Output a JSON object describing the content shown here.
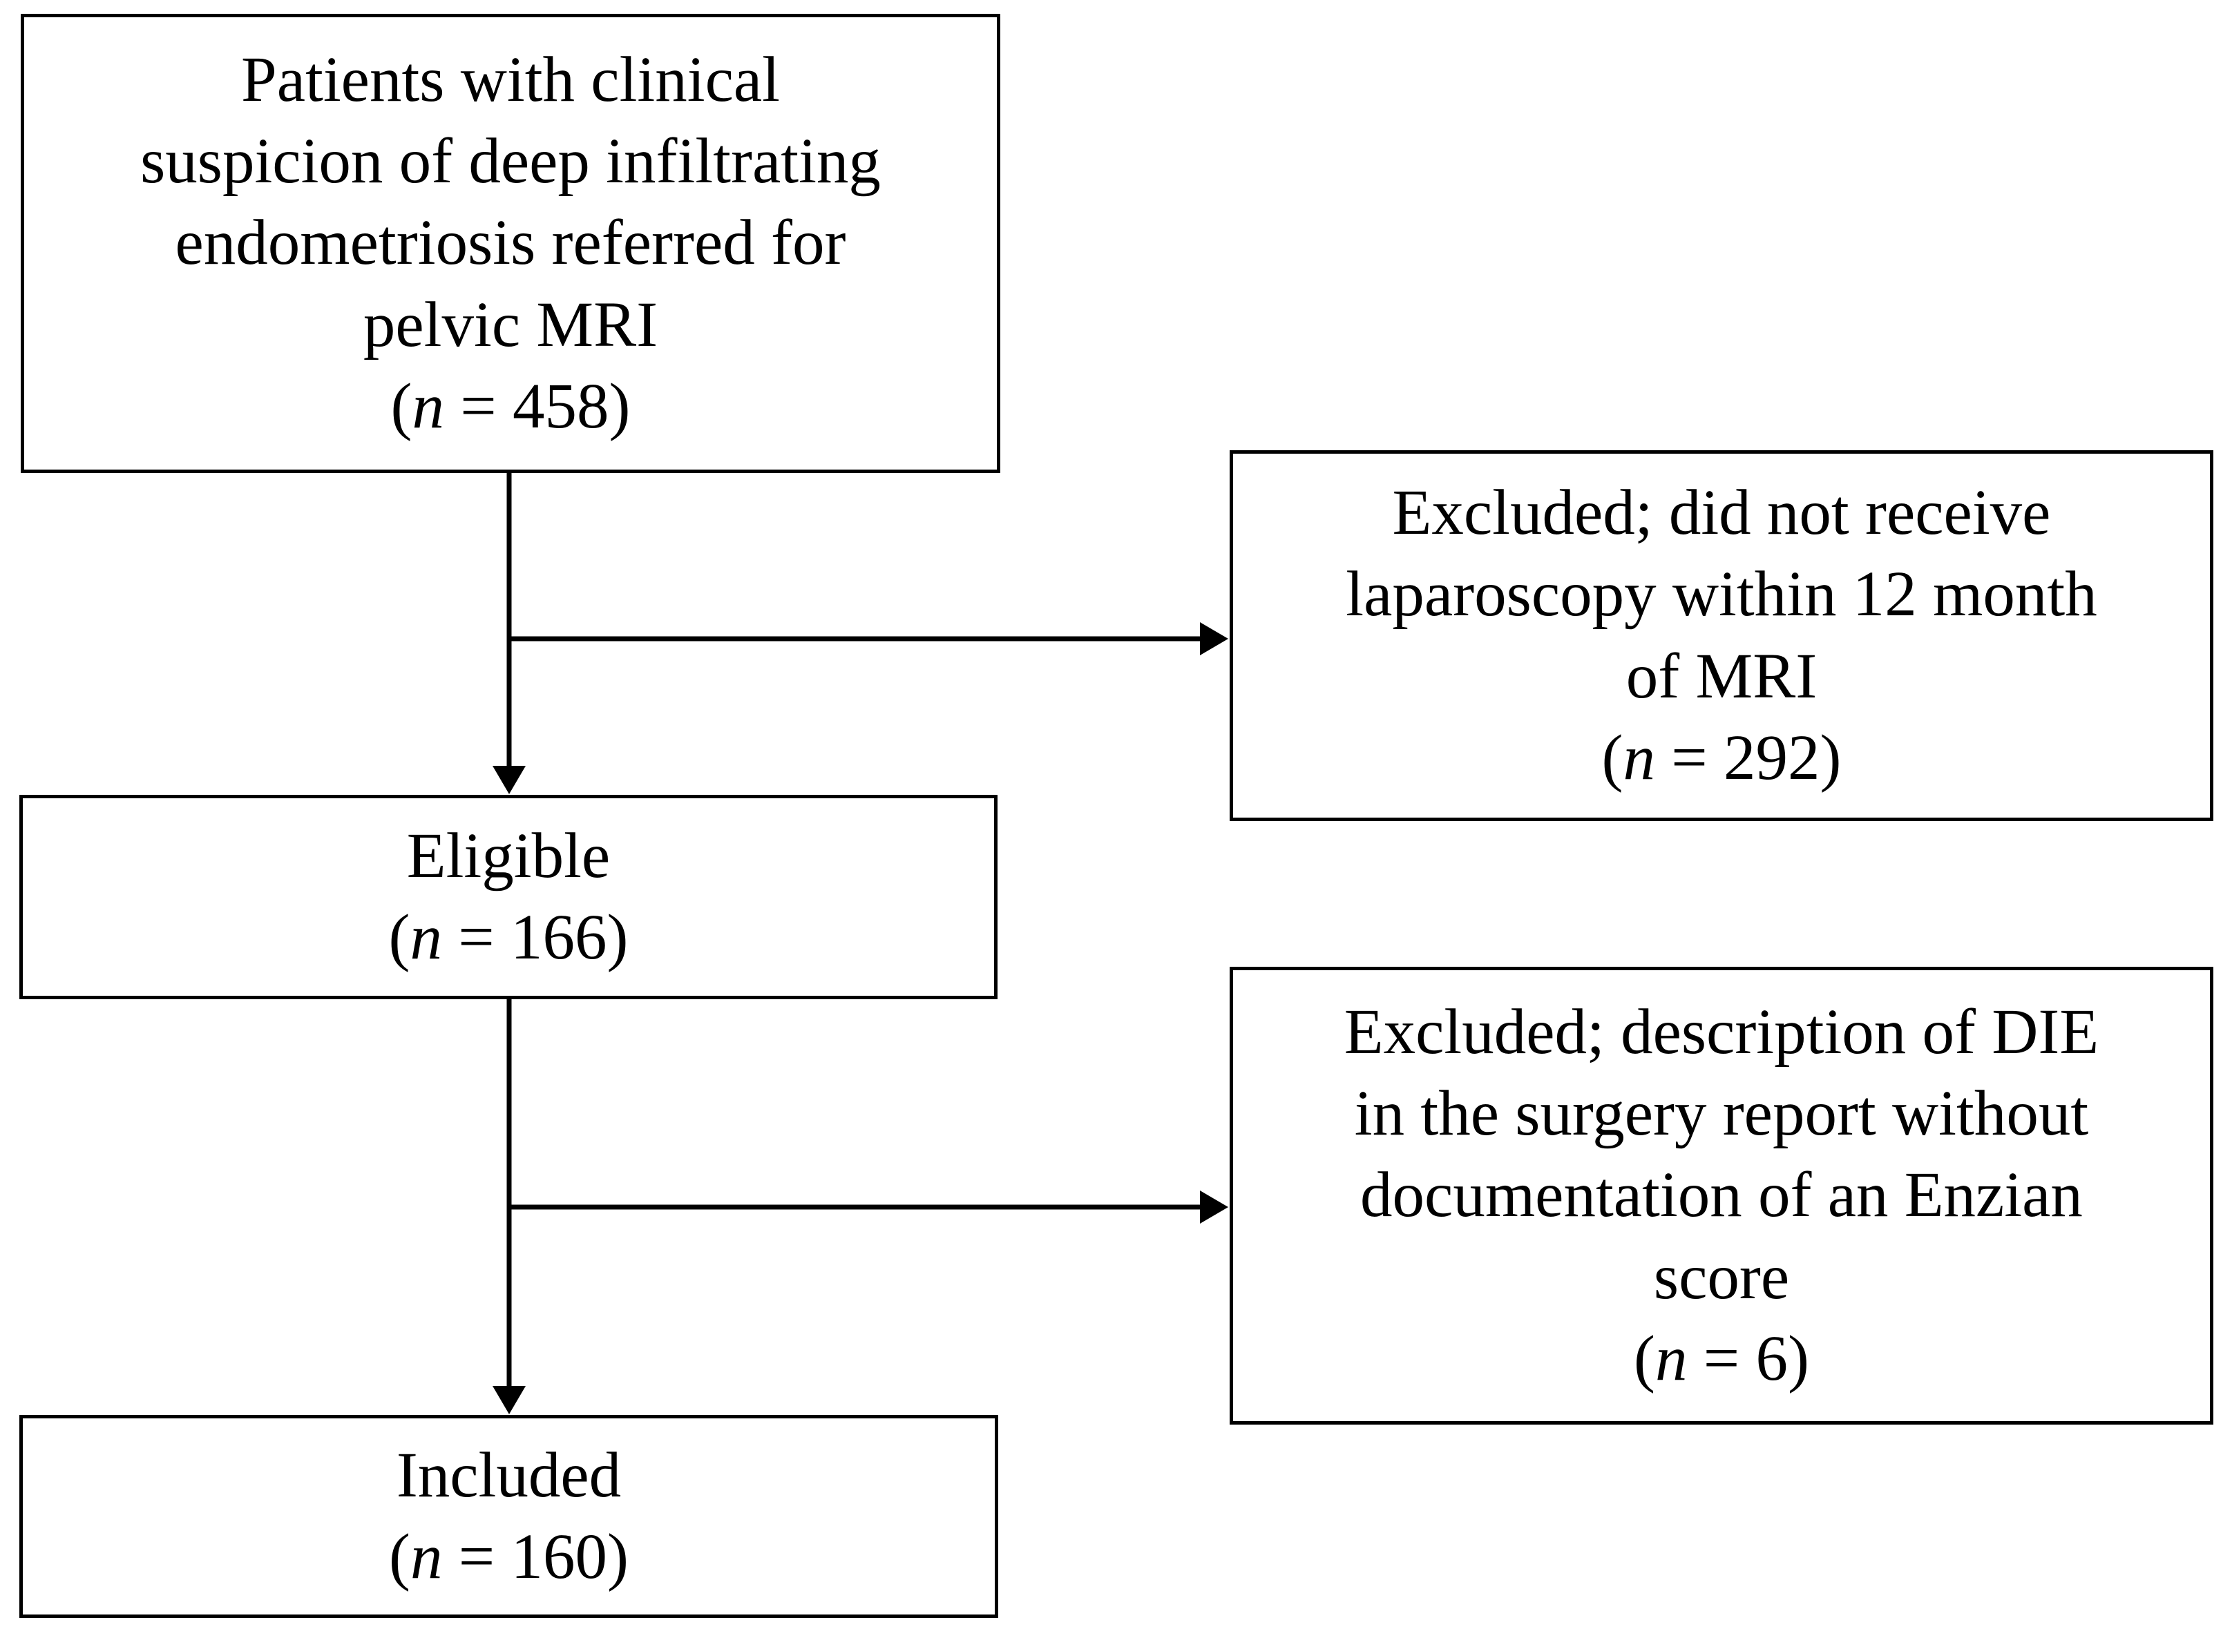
{
  "figure": {
    "background_color": "#ffffff",
    "line_color": "#000000",
    "boxes": [
      {
        "id": "patients-referred",
        "lines": [
          "Patients with clinical",
          "suspicion of deep infiltrating",
          "endometriosis referred for",
          "pelvic MRI"
        ],
        "n_open": "(",
        "n_symbol": "n",
        "n_rest": " = 458)"
      },
      {
        "id": "excluded-no-laparoscopy",
        "lines": [
          "Excluded; did not receive",
          "laparoscopy within 12 month",
          "of MRI"
        ],
        "n_open": "(",
        "n_symbol": "n",
        "n_rest": " = 292)"
      },
      {
        "id": "eligible",
        "lines": [
          "Eligible"
        ],
        "n_open": "(",
        "n_symbol": "n",
        "n_rest": " = 166)"
      },
      {
        "id": "excluded-no-enzian-score",
        "lines": [
          "Excluded; description of DIE",
          "in the surgery report without",
          "documentation of an Enzian",
          "score"
        ],
        "n_open": "(",
        "n_symbol": "n",
        "n_rest": " = 6)"
      },
      {
        "id": "included",
        "lines": [
          "Included"
        ],
        "n_open": "(",
        "n_symbol": "n",
        "n_rest": " = 160)"
      }
    ],
    "connections": [
      {
        "from": "patients-referred",
        "to": "eligible",
        "type": "vertical-arrow"
      },
      {
        "from": "patients-referred",
        "to": "excluded-no-laparoscopy",
        "type": "horizontal-branch-arrow"
      },
      {
        "from": "eligible",
        "to": "included",
        "type": "vertical-arrow"
      },
      {
        "from": "eligible",
        "to": "excluded-no-enzian-score",
        "type": "horizontal-branch-arrow"
      }
    ]
  }
}
